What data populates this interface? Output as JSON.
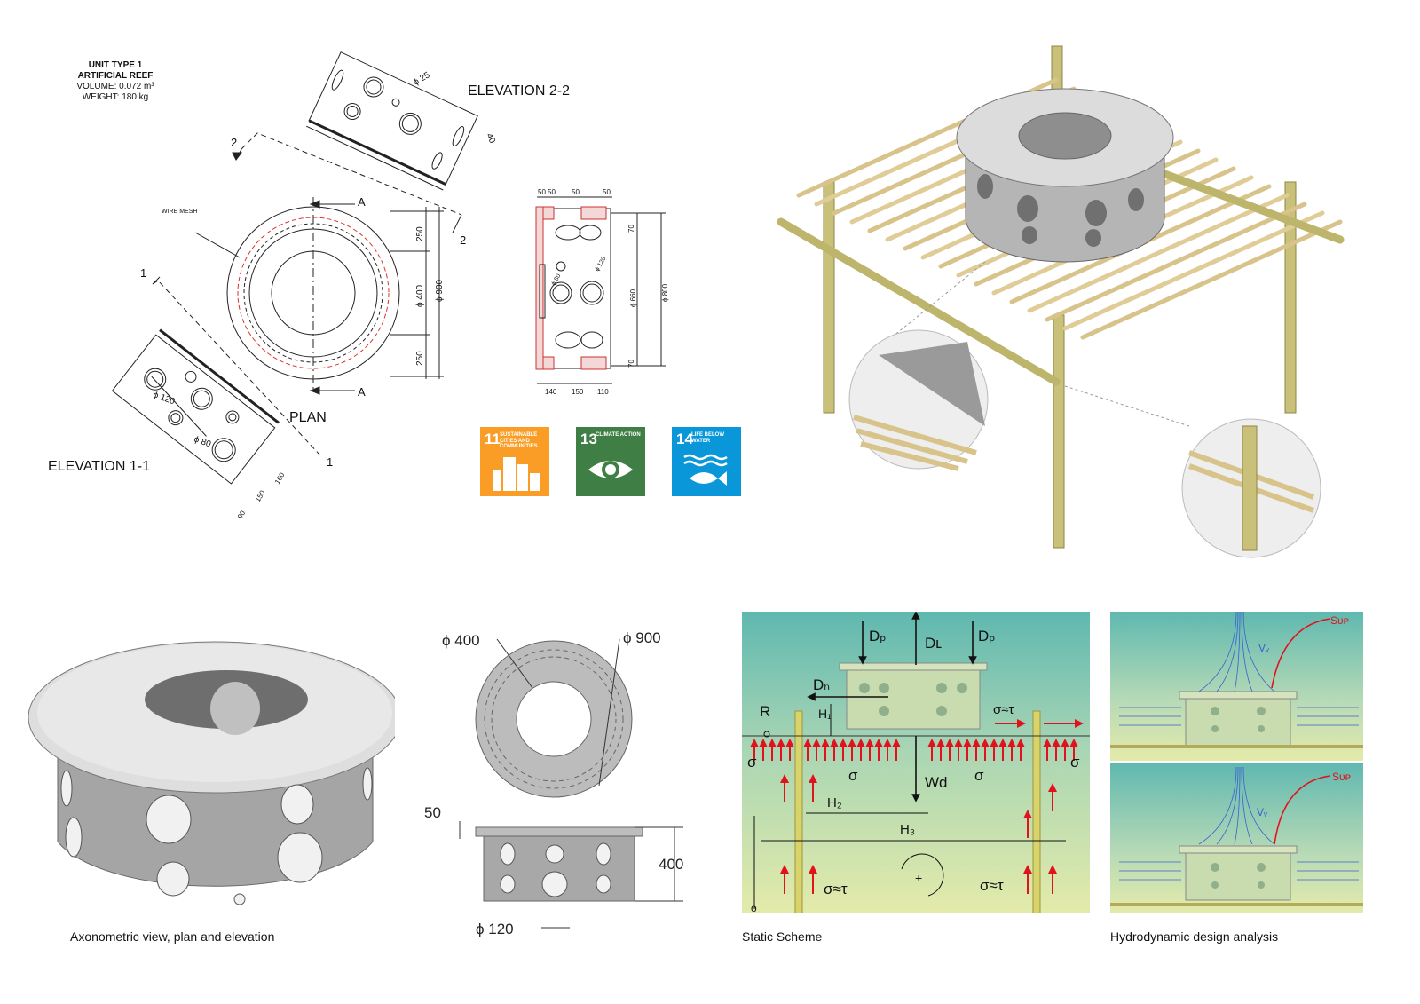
{
  "unit_info": {
    "line1": "UNIT TYPE 1",
    "line2": "ARTIFICIAL  REEF",
    "line3": "VOLUME: 0.072 m³",
    "line4": "WEIGHT: 180 kg"
  },
  "drawing": {
    "elev22": "ELEVATION 2-2",
    "elev11": "ELEVATION 1-1",
    "plan": "PLAN",
    "wire_mesh": "WIRE MESH",
    "sec_a": "A",
    "sec_1": "1",
    "sec_2": "2",
    "dim_d25": "ϕ 25",
    "dim_40": "40",
    "dim_250a": "250",
    "dim_400": "ϕ 400",
    "dim_900": "ϕ 900",
    "dim_250b": "250",
    "dim_d120": "ϕ 120",
    "dim_d80": "ϕ 80",
    "dim_90": "90",
    "dim_150": "150",
    "dim_160": "160",
    "sec_top_50a": "50",
    "sec_top_50b": "50",
    "sec_top_50c": "50",
    "sec_top_50d": "50",
    "sec_70a": "70",
    "sec_660": "ϕ 660",
    "sec_800": "ϕ 800",
    "sec_70b": "70",
    "sec_d80": "ϕ 80",
    "sec_d120": "ϕ 120",
    "sec_bot_140": "140",
    "sec_bot_150": "150",
    "sec_bot_110": "110"
  },
  "sdg": [
    {
      "num": "11",
      "label": "SUSTAINABLE CITIES AND COMMUNITIES",
      "color": "#f99d26"
    },
    {
      "num": "13",
      "label": "CLIMATE ACTION",
      "color": "#3f7e44"
    },
    {
      "num": "14",
      "label": "LIFE BELOW WATER",
      "color": "#0a97d9"
    }
  ],
  "axo_dims": {
    "d400": "ϕ 400",
    "d900": "ϕ 900",
    "h50": "50",
    "h400": "400",
    "d120": "ϕ 120"
  },
  "static": {
    "dp_left": "Dₚ",
    "dl": "Dʟ",
    "dp_right": "Dₚ",
    "dh": "Dₕ",
    "r": "R",
    "h1": "H₁",
    "sigma_tau_top": "σ≈τ",
    "sigma_left": "σ",
    "sigma_mid_left": "σ",
    "wd": "Wd",
    "sigma_mid_right": "σ",
    "sigma_right": "σ",
    "h2": "H₂",
    "h3": "H₃",
    "plus": "+",
    "o": "o",
    "sigma_tau_bl": "σ≈τ",
    "sigma_tau_br": "σ≈τ"
  },
  "hydro": {
    "sup1": "Sᴜᴘ",
    "vv1": "Vᵥ",
    "sup2": "Sᴜᴘ",
    "vv2": "Vᵥ"
  },
  "captions": {
    "axo": "Axonometric view, plan and elevation",
    "static": "Static Scheme",
    "hydro": "Hydrodynamic design analysis"
  },
  "colors": {
    "concrete": "#c8c8c8",
    "bamboo": "#d9c48d",
    "sea_top": "#5fb8b0",
    "sea_bottom": "#dfe8a9",
    "force_red": "#e0121c"
  }
}
